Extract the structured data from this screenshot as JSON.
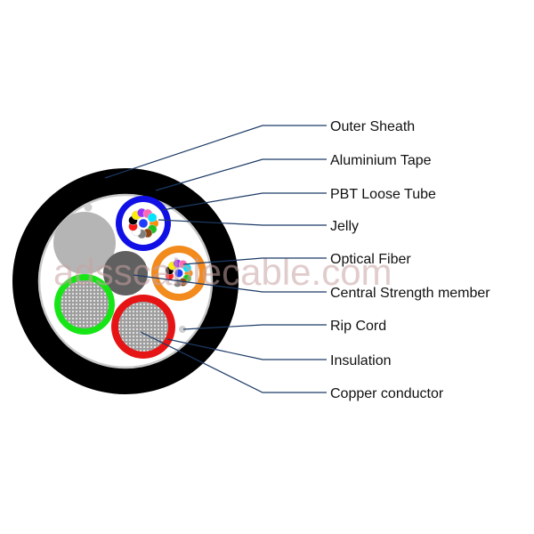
{
  "labels": {
    "outer_sheath": "Outer Sheath",
    "aluminium_tape": "Aluminium Tape",
    "pbt_loose_tube": "PBT Loose Tube",
    "jelly": "Jelly",
    "optical_fiber": "Optical Fiber",
    "central_strength_member": "Central Strength member",
    "rip_cord": "Rip Cord",
    "insulation": "Insulation",
    "copper_conductor": "Copper conductor"
  },
  "watermark": "adsscablecable.com",
  "colors": {
    "sheath": "#000000",
    "tape": "#d9d9d9",
    "filler": "#b5b5b5",
    "central_member": "#606060",
    "tube_blue": "#1010e6",
    "tube_orange": "#f28a1c",
    "insulation_green": "#16e616",
    "insulation_red": "#e61414",
    "leader_line": "#1c3a66"
  },
  "fiber_colors": [
    "#1e3cff",
    "#ff8c00",
    "#19c41e",
    "#8b4513",
    "#7f7f7f",
    "#ffffff",
    "#ff1a1a",
    "#000000",
    "#ffee00",
    "#9b30ff",
    "#ff69b4",
    "#00e5ff"
  ]
}
